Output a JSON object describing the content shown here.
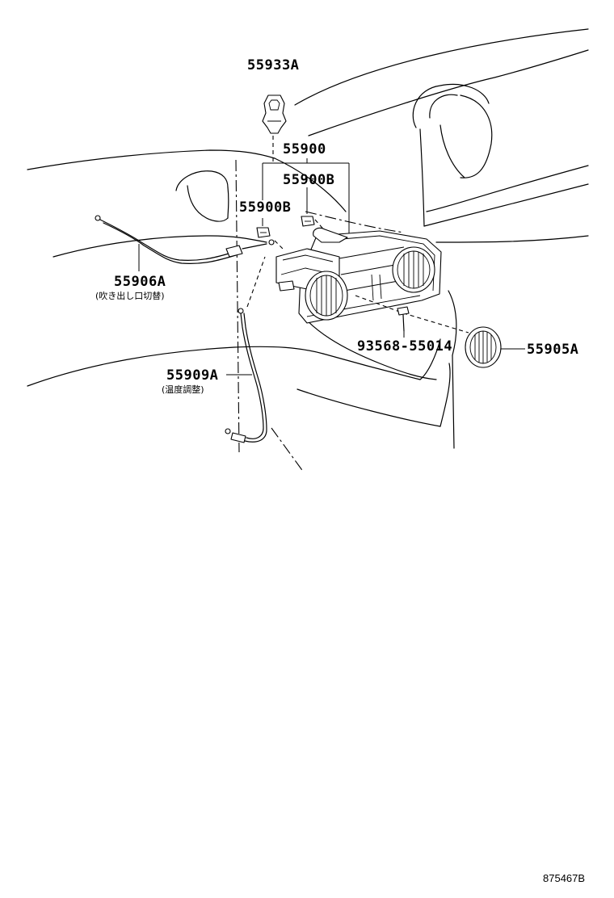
{
  "labels": {
    "p55933A": "55933A",
    "p55900": "55900",
    "p55900B_right": "55900B",
    "p55900B_left": "55900B",
    "p55906A": "55906A",
    "p55906A_note": "(吹き出し口切替)",
    "p55909A": "55909A",
    "p55909A_note": "(温度調整)",
    "p93568": "93568-55014",
    "p55905A": "55905A"
  },
  "drawing_ref": "875467B"
}
